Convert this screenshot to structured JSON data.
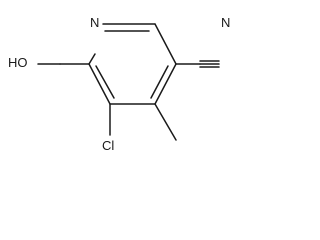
{
  "molecule": {
    "atoms": {
      "nitrogen_ring": "N",
      "nitrogen_nitrile": "N",
      "hydroxyl": "HO",
      "chlorine": "Cl"
    }
  }
}
